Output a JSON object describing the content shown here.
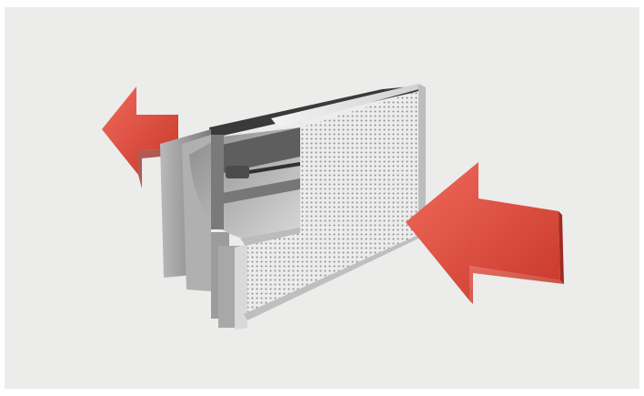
{
  "scene": {
    "subject": "perforated-panel-airflow-unit",
    "background_color": "#ececeb",
    "arrow_color": "#d9483a",
    "panel_color": "#e9e9e9",
    "housing_color": "#9a9a9a",
    "arrows": [
      {
        "direction": "left",
        "icon": "arrow-left-icon"
      },
      {
        "direction": "left",
        "icon": "arrow-left-icon"
      }
    ]
  }
}
